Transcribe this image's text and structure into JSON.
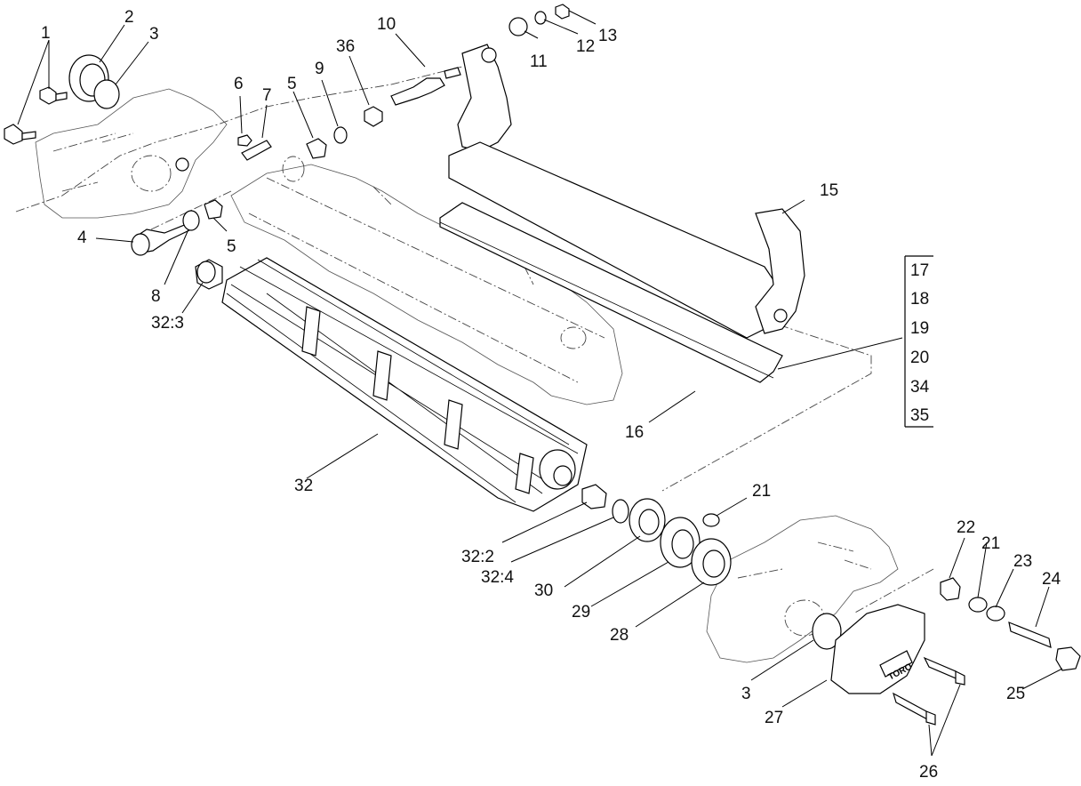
{
  "labels": {
    "l1": "1",
    "l2": "2",
    "l3": "3",
    "l4": "4",
    "l5a": "5",
    "l5b": "5",
    "l6": "6",
    "l7": "7",
    "l8": "8",
    "l9": "9",
    "l10": "10",
    "l11": "11",
    "l12": "12",
    "l13": "13",
    "l15": "15",
    "l16": "16",
    "l17": "17",
    "l18": "18",
    "l19": "19",
    "l20": "20",
    "l34": "34",
    "l35": "35",
    "l21a": "21",
    "l21b": "21",
    "l22": "22",
    "l23": "23",
    "l24": "24",
    "l25": "25",
    "l26": "26",
    "l27": "27",
    "l28": "28",
    "l29": "29",
    "l30": "30",
    "l32": "32",
    "l32_2": "32:2",
    "l32_3": "32:3",
    "l32_4": "32:4",
    "l3b": "3",
    "l36": "36"
  },
  "logo_text": "TORO"
}
